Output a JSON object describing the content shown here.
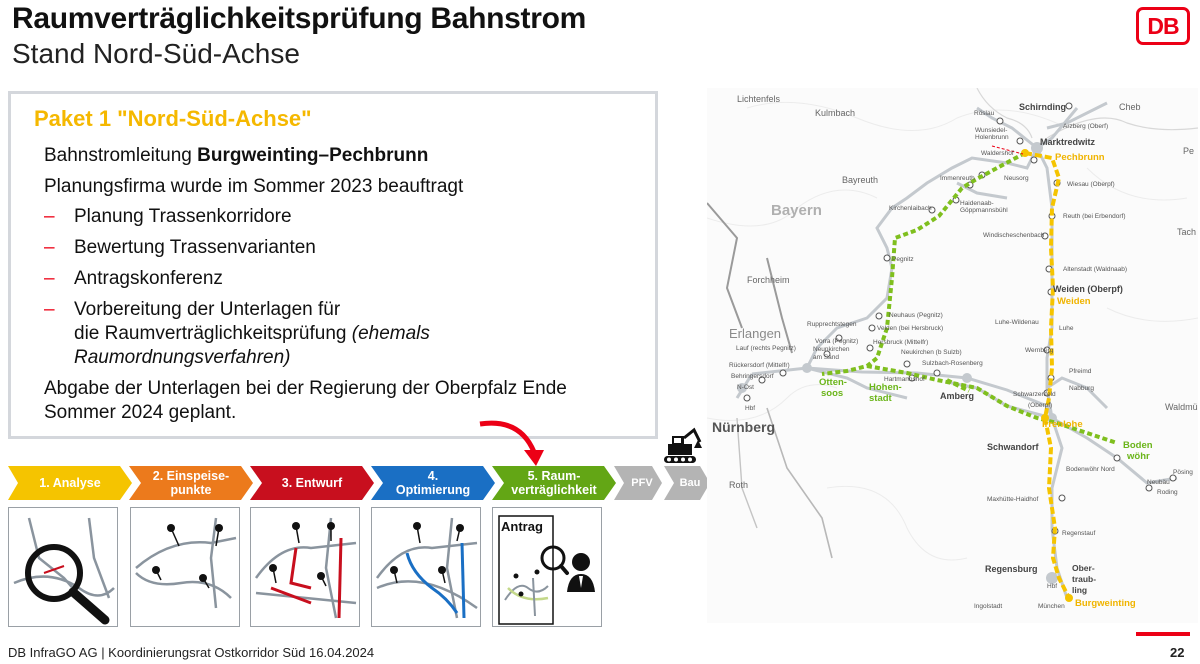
{
  "header": {
    "title": "Raumverträglichkeitsprüfung Bahnstrom",
    "subtitle": "Stand Nord-Süd-Achse",
    "logo": "DB",
    "brand_color": "#ec0016"
  },
  "content": {
    "paket_title": "Paket 1 \"Nord-Süd-Achse\"",
    "line1_prefix": "Bahnstromleitung ",
    "line1_bold": "Burgweinting–Pechbrunn",
    "line2": "Planungsfirma wurde im Sommer 2023 beauftragt",
    "bullets": [
      "Planung Trassenkorridore",
      "Bewertung Trassenvarianten",
      "Antragskonferenz",
      "Vorbereitung der Unterlagen für"
    ],
    "bullet4_line2": "die Raumverträglichkeitsprüfung ",
    "bullet4_italic": "(ehemals",
    "bullet4_line3": "Raumordnungsverfahren)",
    "closing_line1": "Abgabe der Unterlagen bei der Regierung der Oberpfalz Ende",
    "closing_line2": "Sommer 2024 geplant.",
    "dash": "–"
  },
  "process": {
    "steps": [
      {
        "label": "1. Analyse",
        "color": "#f5c400"
      },
      {
        "label": "2. Einspeise-\npunkte",
        "color": "#ec7a1c"
      },
      {
        "label": "3. Entwurf",
        "color": "#c80f1e"
      },
      {
        "label": "4.\nOptimierung",
        "color": "#1a6fc4"
      },
      {
        "label": "5. Raum-\nverträglichkeit",
        "color": "#63a615"
      },
      {
        "label": "PFV",
        "color": "#b4b4b4"
      },
      {
        "label": "Bau",
        "color": "#b4b4b4"
      }
    ],
    "antrag_label": "Antrag"
  },
  "map": {
    "labels": {
      "lichtenfels": "Lichtenfels",
      "kulmbach": "Kulmbach",
      "bayreuth": "Bayreuth",
      "bayern": "Bayern",
      "forchheim": "Forchheim",
      "erlangen": "Erlangen",
      "nuernberg": "Nürnberg",
      "roth": "Roth",
      "schirnding": "Schirnding",
      "cheb": "Cheb",
      "marktredwitz": "Marktredwitz",
      "pechbrunn": "Pechbrunn",
      "roeslau": "Röslau",
      "arzberg": "Arzberg (Oberf)",
      "wunsiedel": "Wunsiedel-",
      "holenbrunn": "Holenbrunn",
      "waldershof": "Waldershof",
      "wiesau": "Wiesau (Oberpf)",
      "immenreuth": "Immenreuth",
      "neusorg": "Neusorg",
      "kirchenlaibach": "Kirchenlaibach",
      "haidenaab": "Haidenaab-",
      "goeppmannsbuehl": "Göppmannsbühl",
      "reuth": "Reuth (bei Erbendorf)",
      "windischeschenbach": "Windischeschenbach",
      "tach": "Tach",
      "pegnitz": "Pegnitz",
      "altenstadt": "Altenstadt (Waldnaab)",
      "weiden_black": "Weiden (Oberpf)",
      "weiden": "Weiden",
      "neuhaus": "Neuhaus (Pegnitz)",
      "velden": "Velden (bei Hersbruck)",
      "hersbruck": "Hersbruck (Mittelfr)",
      "rupprechtstegen": "Rupprechtstegen",
      "vorra": "Vorra (Pegnitz)",
      "neunkirchen": "Neunkirchen",
      "amsand": "am Sand",
      "lauf": "Lauf (rechts Pegnitz)",
      "rueckersdorf": "Rückersdorf (Mittelfr)",
      "behringersdorf": "Behringersdorf",
      "nost": "N-Ost",
      "hbf": "Hbf",
      "neukirchen": "Neukirchen (b Sulzb)",
      "sulzbach": "Sulzbach-Rosenberg",
      "hartmannshof": "Hartmannshof",
      "luhe_wildenau": "Luhe-Wildenau",
      "luhe": "Luhe",
      "wernberg": "Wernberg",
      "pfreimd": "Pfreimd",
      "nabburg": "Nabburg",
      "amberg": "Amberg",
      "ottensoos1": "Otten-",
      "ottensoos2": "soos",
      "hohenstadt1": "Hohen-",
      "hohenstadt2": "stadt",
      "schwarzenfeld": "Schwarzenfeld",
      "oberpf": "(Oberpf)",
      "irrenlohe": "Irrenlohe",
      "schwandorf": "Schwandorf",
      "bodenwoehr1": "Boden",
      "bodenwoehr2": "wöhr",
      "bodenwoehr_nord": "Bodenwöhr Nord",
      "poesing": "Pösing",
      "neubaeu": "Neubäu",
      "roding": "Roding",
      "waldmue": "Waldmü",
      "maxhuette": "Maxhütte-Haidhof",
      "regenstauf": "Regenstauf",
      "regensburg": "Regensburg",
      "obertraubling1": "Ober-",
      "obertraubling2": "traub-",
      "obertraubling3": "ling",
      "burgweinting": "Burgweinting",
      "ingolstadt": "Ingolstadt",
      "muenchen": "München",
      "hbf_r": "Hbf",
      "pe": "Pe"
    }
  },
  "footer": {
    "text": "DB InfraGO AG | Koordinierungsrat Ostkorridor Süd 16.04.2024",
    "page": "22"
  }
}
